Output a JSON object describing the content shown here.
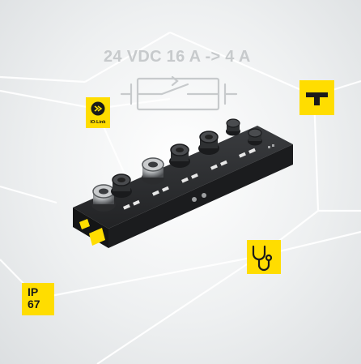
{
  "headline": "24 VDC 16 A -> 4 A",
  "badges": {
    "iolink_label": "IO-Link",
    "ip_line1": "IP",
    "ip_line2": "67"
  },
  "icons": {
    "iolink": "io-link-logo-icon",
    "tee": "t-connector-icon",
    "diagnostics": "stethoscope-icon",
    "fuse": "fuse-switch-icon"
  },
  "colors": {
    "accent": "#ffdd00",
    "device_body": "#1c1d1f",
    "background": "#eef0f1",
    "line": "#ffffff"
  }
}
